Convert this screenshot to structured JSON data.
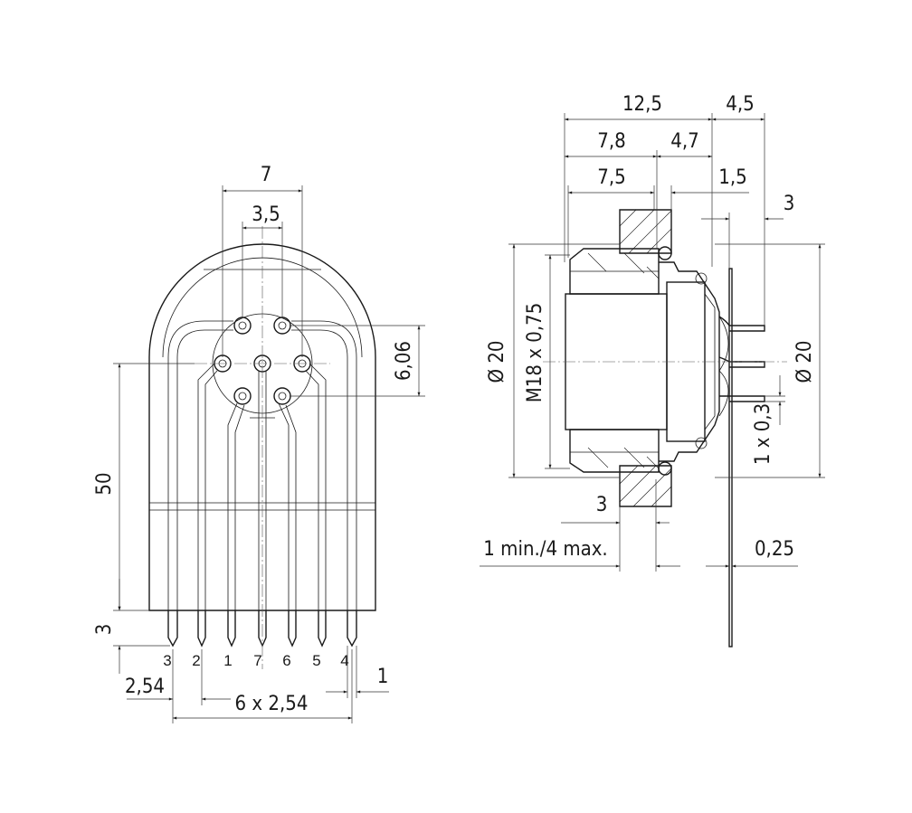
{
  "front_view": {
    "dims": {
      "pitch_7": "7",
      "pitch_3_5": "3,5",
      "offset_6_06": "6,06",
      "height_50": "50",
      "pin_len_3": "3",
      "spacing_2_54": "2,54",
      "span_6x2_54": "6 x 2,54",
      "pin_1": "1"
    },
    "pin_numbers": [
      "3",
      "2",
      "1",
      "7",
      "6",
      "5",
      "4"
    ]
  },
  "side_view": {
    "dims": {
      "d12_5": "12,5",
      "d4_5": "4,5",
      "d7_8": "7,8",
      "d4_7": "4,7",
      "d7_5": "7,5",
      "d1_5": "1,5",
      "d3_top": "3",
      "dia20_left": "Ø 20",
      "thread": "M18 x 0,75",
      "dia20_right": "Ø 20",
      "pin_1x0_3": "1 x 0,3",
      "d3_bottom": "3",
      "panel": "1 min./4 max.",
      "d0_25": "0,25"
    }
  },
  "colors": {
    "line": "#1a1a1a",
    "background": "#ffffff"
  }
}
